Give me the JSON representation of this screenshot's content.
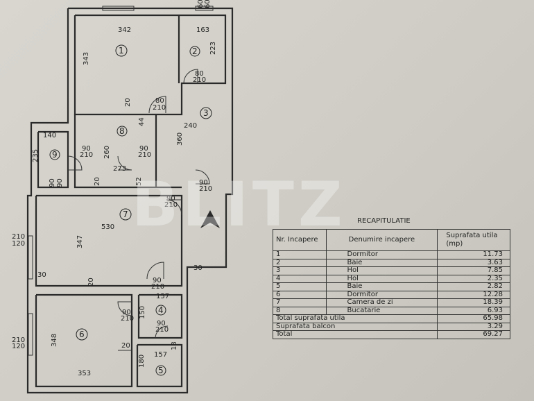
{
  "watermark": "BLITZ",
  "recap": {
    "title": "RECAPITULATIE",
    "headers": {
      "nr": "Nr. Incapere",
      "name": "Denumire incapere",
      "area": "Suprafata utila (mp)"
    },
    "rows": [
      {
        "nr": "1",
        "name": "Dormitor",
        "area": "11.73"
      },
      {
        "nr": "2",
        "name": "Baie",
        "area": "3.63"
      },
      {
        "nr": "3",
        "name": "Hol",
        "area": "7.85"
      },
      {
        "nr": "4",
        "name": "Hol",
        "area": "2.35"
      },
      {
        "nr": "5",
        "name": "Baie",
        "area": "2.82"
      },
      {
        "nr": "6",
        "name": "Dormitor",
        "area": "12.28"
      },
      {
        "nr": "7",
        "name": "Camera de zi",
        "area": "18.39"
      },
      {
        "nr": "8",
        "name": "Bucatarie",
        "area": "6.93"
      }
    ],
    "totals": [
      {
        "label": "Total suprafata utila",
        "area": "65.98"
      },
      {
        "label": "Suprafata balcon",
        "area": "3.29"
      },
      {
        "label": "Total",
        "area": "69.27"
      }
    ]
  },
  "rooms": [
    "1",
    "2",
    "3",
    "4",
    "5",
    "6",
    "7",
    "8",
    "9"
  ],
  "dimensions": [
    "342",
    "163",
    "343",
    "223",
    "80",
    "210",
    "20",
    "80",
    "210",
    "44",
    "240",
    "360",
    "140",
    "235",
    "90",
    "210",
    "260",
    "90",
    "210",
    "273",
    "20",
    "52",
    "90",
    "210",
    "90",
    "210",
    "90",
    "90",
    "530",
    "347",
    "210",
    "120",
    "30",
    "30",
    "20",
    "90",
    "210",
    "157",
    "90",
    "210",
    "150",
    "90",
    "210",
    "18",
    "348",
    "20",
    "353",
    "180",
    "157",
    "210",
    "120",
    "60",
    "60"
  ]
}
